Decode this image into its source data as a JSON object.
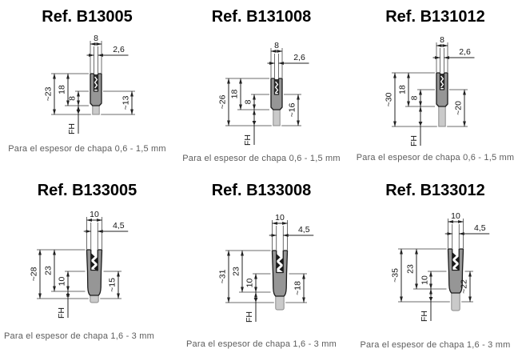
{
  "page": {
    "background": "#ffffff",
    "language": "es"
  },
  "colors": {
    "title_text": "#000000",
    "caption_text": "#5d5d5d",
    "profile_body_fill": "#969696",
    "profile_body_outline": "#1c1c1c",
    "stem_fill": "#cacaca",
    "stem_outline": "#8a8a8a",
    "dimension_line": "#222222",
    "serration": "#1a1a1a"
  },
  "cells": [
    {
      "ref": "Ref. B13005",
      "caption": "Para el espesor de chapa 0,6 - 1,5 mm",
      "dims": {
        "top_width": "8",
        "slot_width": "2,6",
        "total_height": "~23",
        "body_height": "18",
        "lower_height": "8",
        "right_height": "~13",
        "fh": "FH"
      }
    },
    {
      "ref": "Ref. B131008",
      "caption": "Para el espesor de chapa 0,6 - 1,5 mm",
      "dims": {
        "top_width": "8",
        "slot_width": "2,6",
        "total_height": "~26",
        "body_height": "18",
        "lower_height": "8",
        "right_height": "~16",
        "fh": "FH"
      }
    },
    {
      "ref": "Ref. B131012",
      "caption": "Para el espesor de chapa 0,6 - 1,5 mm",
      "dims": {
        "top_width": "8",
        "slot_width": "2,6",
        "total_height": "~30",
        "body_height": "18",
        "lower_height": "8",
        "right_height": "~20",
        "fh": "FH"
      }
    },
    {
      "ref": "Ref. B133005",
      "caption": "Para el espesor de chapa 1,6 - 3 mm",
      "dims": {
        "top_width": "10",
        "slot_width": "4,5",
        "total_height": "~28",
        "body_height": "23",
        "lower_height": "10",
        "right_height": "~15",
        "fh": "FH"
      }
    },
    {
      "ref": "Ref. B133008",
      "caption": "Para el espesor de chapa 1,6 - 3 mm",
      "dims": {
        "top_width": "10",
        "slot_width": "4,5",
        "total_height": "~31",
        "body_height": "23",
        "lower_height": "10",
        "right_height": "~18",
        "fh": "FH"
      }
    },
    {
      "ref": "Ref. B133012",
      "caption": "Para el espesor de chapa 1,6 - 3 mm",
      "dims": {
        "top_width": "10",
        "slot_width": "4,5",
        "total_height": "~35",
        "body_height": "23",
        "lower_height": "10",
        "right_height": "~22",
        "fh": "FH"
      }
    }
  ]
}
